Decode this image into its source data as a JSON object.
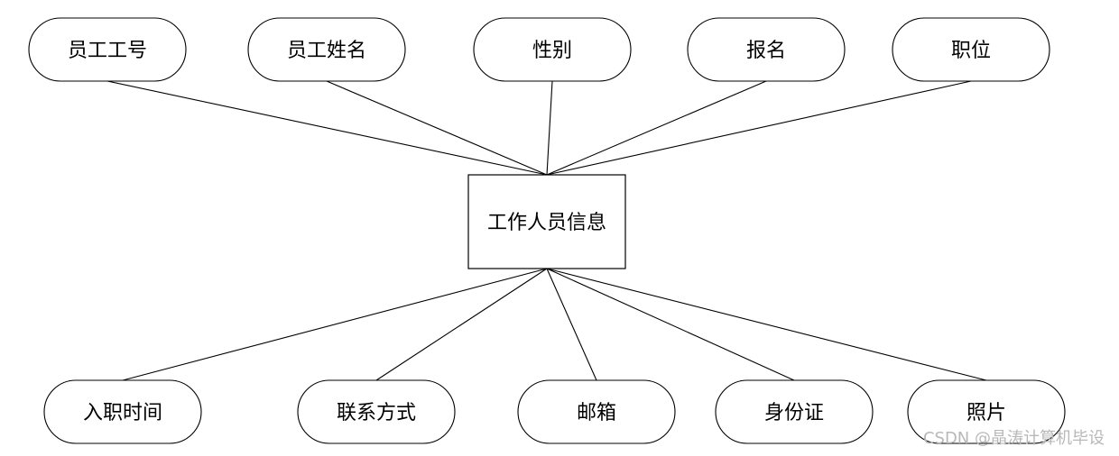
{
  "entity": {
    "label": "工作人员信息"
  },
  "attributes_top": [
    {
      "id": "employee-id",
      "label": "员工工号"
    },
    {
      "id": "employee-name",
      "label": "员工姓名"
    },
    {
      "id": "gender",
      "label": "性别"
    },
    {
      "id": "registration",
      "label": "报名"
    },
    {
      "id": "position",
      "label": "职位"
    }
  ],
  "attributes_bottom": [
    {
      "id": "hire-date",
      "label": "入职时间"
    },
    {
      "id": "contact",
      "label": "联系方式"
    },
    {
      "id": "email",
      "label": "邮箱"
    },
    {
      "id": "id-card",
      "label": "身份证"
    },
    {
      "id": "photo",
      "label": "照片"
    }
  ],
  "watermark": "CSDN @晶涛计算机毕设"
}
